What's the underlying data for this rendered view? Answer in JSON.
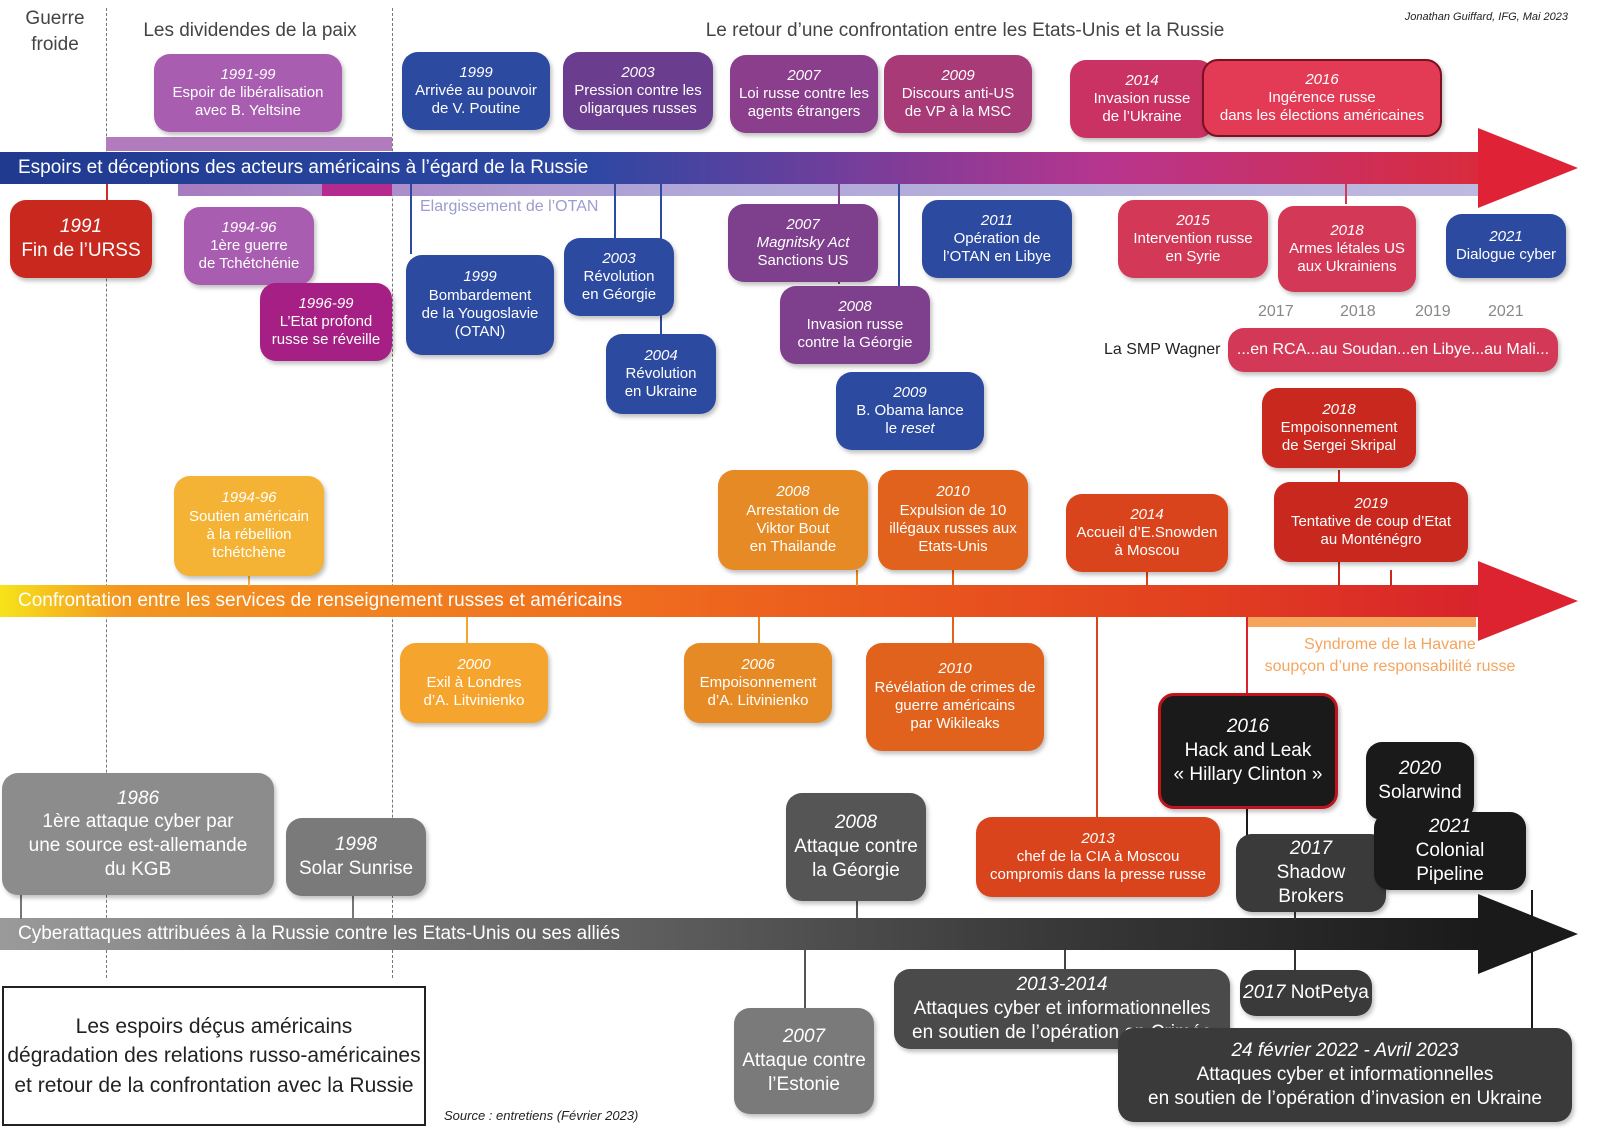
{
  "credit": "Jonathan Guiffard, IFG, Mai 2023",
  "source": "Source : entretiens (Février 2023)",
  "headers": {
    "cold_war_1": "Guerre",
    "cold_war_2": "froide",
    "peace_dividends": "Les dividendes de la paix",
    "confrontation": "Le retour d’une confrontation entre les Etats-Unis et la Russie"
  },
  "bands": {
    "hopes": "Espoirs et déceptions des acteurs américains à l’égard de la Russie",
    "intel": "Confrontation entre les services de renseignement russes et américains",
    "cyber": "Cyberattaques attribuées à la Russie contre les Etats-Unis ou ses alliés"
  },
  "sub_labels": {
    "otan": "Elargissement de l’OTAN",
    "havane_1": "Syndrome de la Havane",
    "havane_2": "soupçon d’une responsabilité russe",
    "wagner": "La SMP Wagner",
    "wagner_years": [
      "2017",
      "2018",
      "2019",
      "2021"
    ],
    "wagner_text": "...en RCA...au Soudan...en Libye...au Mali..."
  },
  "legend": {
    "line1": "Les espoirs déçus américains",
    "line2": "dégradation des relations russo-américaines",
    "line3": "et retour de la confrontation avec la Russie"
  },
  "colors": {
    "hopes_band": "#1f3f93",
    "intel_band": "#ef6a1e",
    "cyber_band": "#3c3c3c",
    "red_box": "#c8281e",
    "purple_box": "#a458ad",
    "magenta_box": "#a51f84",
    "navy_box": "#2c4aa0",
    "violet_box": "#7e3f8c",
    "crimson_box": "#d33956",
    "orange_box": "#e58a25",
    "gray_box": "#7a7a7a",
    "black_box": "#1a1a1a"
  },
  "hopes_top": [
    {
      "year": "1991-99",
      "text1": "Espoir de libéralisation",
      "text2": "avec B. Yeltsine",
      "text3": ""
    },
    {
      "year": "1999",
      "text1": "Arrivée au pouvoir",
      "text2": "de V. Poutine",
      "text3": ""
    },
    {
      "year": "2003",
      "text1": "Pression contre les",
      "text2": "oligarques russes",
      "text3": ""
    },
    {
      "year": "2007",
      "text1": "Loi russe contre les",
      "text2": "agents étrangers",
      "text3": ""
    },
    {
      "year": "2009",
      "text1": "Discours anti-US",
      "text2": "de VP à la MSC",
      "text3": ""
    },
    {
      "year": "2014",
      "text1": "Invasion russe",
      "text2": "de l’Ukraine",
      "text3": ""
    },
    {
      "year": "2016",
      "text1": "Ingérence russe",
      "text2": "dans les élections américaines",
      "text3": ""
    }
  ],
  "hopes_bottom": [
    {
      "year": "1991",
      "text1": "Fin de l’URSS",
      "text2": "",
      "text3": ""
    },
    {
      "year": "1994-96",
      "text1": "1ère guerre",
      "text2": "de Tchétchénie",
      "text3": ""
    },
    {
      "year": "1996-99",
      "text1": "L’Etat profond",
      "text2": "russe se réveille",
      "text3": ""
    },
    {
      "year": "1999",
      "text1": "Bombardement",
      "text2": "de la Yougoslavie",
      "text3": "(OTAN)"
    },
    {
      "year": "2003",
      "text1": "Révolution",
      "text2": "en Géorgie",
      "text3": ""
    },
    {
      "year": "2004",
      "text1": "Révolution",
      "text2": "en Ukraine",
      "text3": ""
    },
    {
      "year": "2007",
      "text1": "Magnitsky Act",
      "text2": "Sanctions US",
      "text3": ""
    },
    {
      "year": "2008",
      "text1": "Invasion russe",
      "text2": "contre la Géorgie",
      "text3": ""
    },
    {
      "year": "2009",
      "text1": "B. Obama lance",
      "text2": "le ",
      "text3": "reset"
    },
    {
      "year": "2011",
      "text1": "Opération de",
      "text2": "l’OTAN en Libye",
      "text3": ""
    },
    {
      "year": "2015",
      "text1": "Intervention russe",
      "text2": "en Syrie",
      "text3": ""
    },
    {
      "year": "2018",
      "text1": "Armes létales US",
      "text2": "aux Ukrainiens",
      "text3": ""
    },
    {
      "year": "2021",
      "text1": "Dialogue cyber",
      "text2": "",
      "text3": ""
    }
  ],
  "intel_top": [
    {
      "year": "1994-96",
      "text1": "Soutien américain",
      "text2": "à la rébellion",
      "text3": "tchétchène"
    },
    {
      "year": "2008",
      "text1": "Arrestation de",
      "text2": "Viktor Bout",
      "text3": "en Thailande"
    },
    {
      "year": "2010",
      "text1": "Expulsion de 10",
      "text2": "illégaux russes aux",
      "text3": "Etats-Unis"
    },
    {
      "year": "2014",
      "text1": "Accueil d’E.Snowden",
      "text2": "à Moscou",
      "text3": ""
    },
    {
      "year": "2018",
      "text1": "Empoisonnement",
      "text2": "de Sergei Skripal",
      "text3": ""
    },
    {
      "year": "2019",
      "text1": "Tentative de coup d’Etat",
      "text2": "au Monténégro",
      "text3": ""
    }
  ],
  "intel_bottom": [
    {
      "year": "2000",
      "text1": "Exil à Londres",
      "text2": "d’A. Litvinienko",
      "text3": ""
    },
    {
      "year": "2006",
      "text1": "Empoisonnement",
      "text2": "d’A. Litvinienko",
      "text3": ""
    },
    {
      "year": "2010",
      "text1": "Révélation de crimes de",
      "text2": "guerre américains",
      "text3": "par Wikileaks"
    },
    {
      "year": "2013",
      "text1": "chef de la CIA à Moscou",
      "text2": "compromis dans la presse russe",
      "text3": ""
    }
  ],
  "cyber_top": [
    {
      "year": "1986",
      "text1": "1ère attaque cyber par",
      "text2": "une source est-allemande",
      "text3": "du KGB"
    },
    {
      "year": "1998",
      "text1": "Solar Sunrise",
      "text2": "",
      "text3": ""
    },
    {
      "year": "2008",
      "text1": "Attaque contre",
      "text2": "la Géorgie",
      "text3": ""
    },
    {
      "year": "2016",
      "text1": "Hack and Leak",
      "text2": "« Hillary Clinton »",
      "text3": ""
    },
    {
      "year": "2020",
      "text1": "Solarwind",
      "text2": "",
      "text3": ""
    },
    {
      "year": "2021",
      "text1": "Colonial Pipeline",
      "text2": "",
      "text3": ""
    },
    {
      "year": "2017",
      "text1": "Shadow Brokers",
      "text2": "",
      "text3": ""
    }
  ],
  "cyber_bottom": [
    {
      "year": "2007",
      "text1": "Attaque contre",
      "text2": "l’Estonie",
      "text3": ""
    },
    {
      "year": "2013-2014",
      "text1": "Attaques cyber et informationnelles",
      "text2": "en soutien de l’opération en Crimée",
      "text3": ""
    },
    {
      "year": "2017",
      "text1": "NotPetya",
      "text2": "",
      "text3": ""
    },
    {
      "year": "24 février 2022 - Avril 2023",
      "text1": "Attaques cyber et informationnelles",
      "text2": "en soutien de l’opération d’invasion en Ukraine",
      "text3": ""
    }
  ]
}
